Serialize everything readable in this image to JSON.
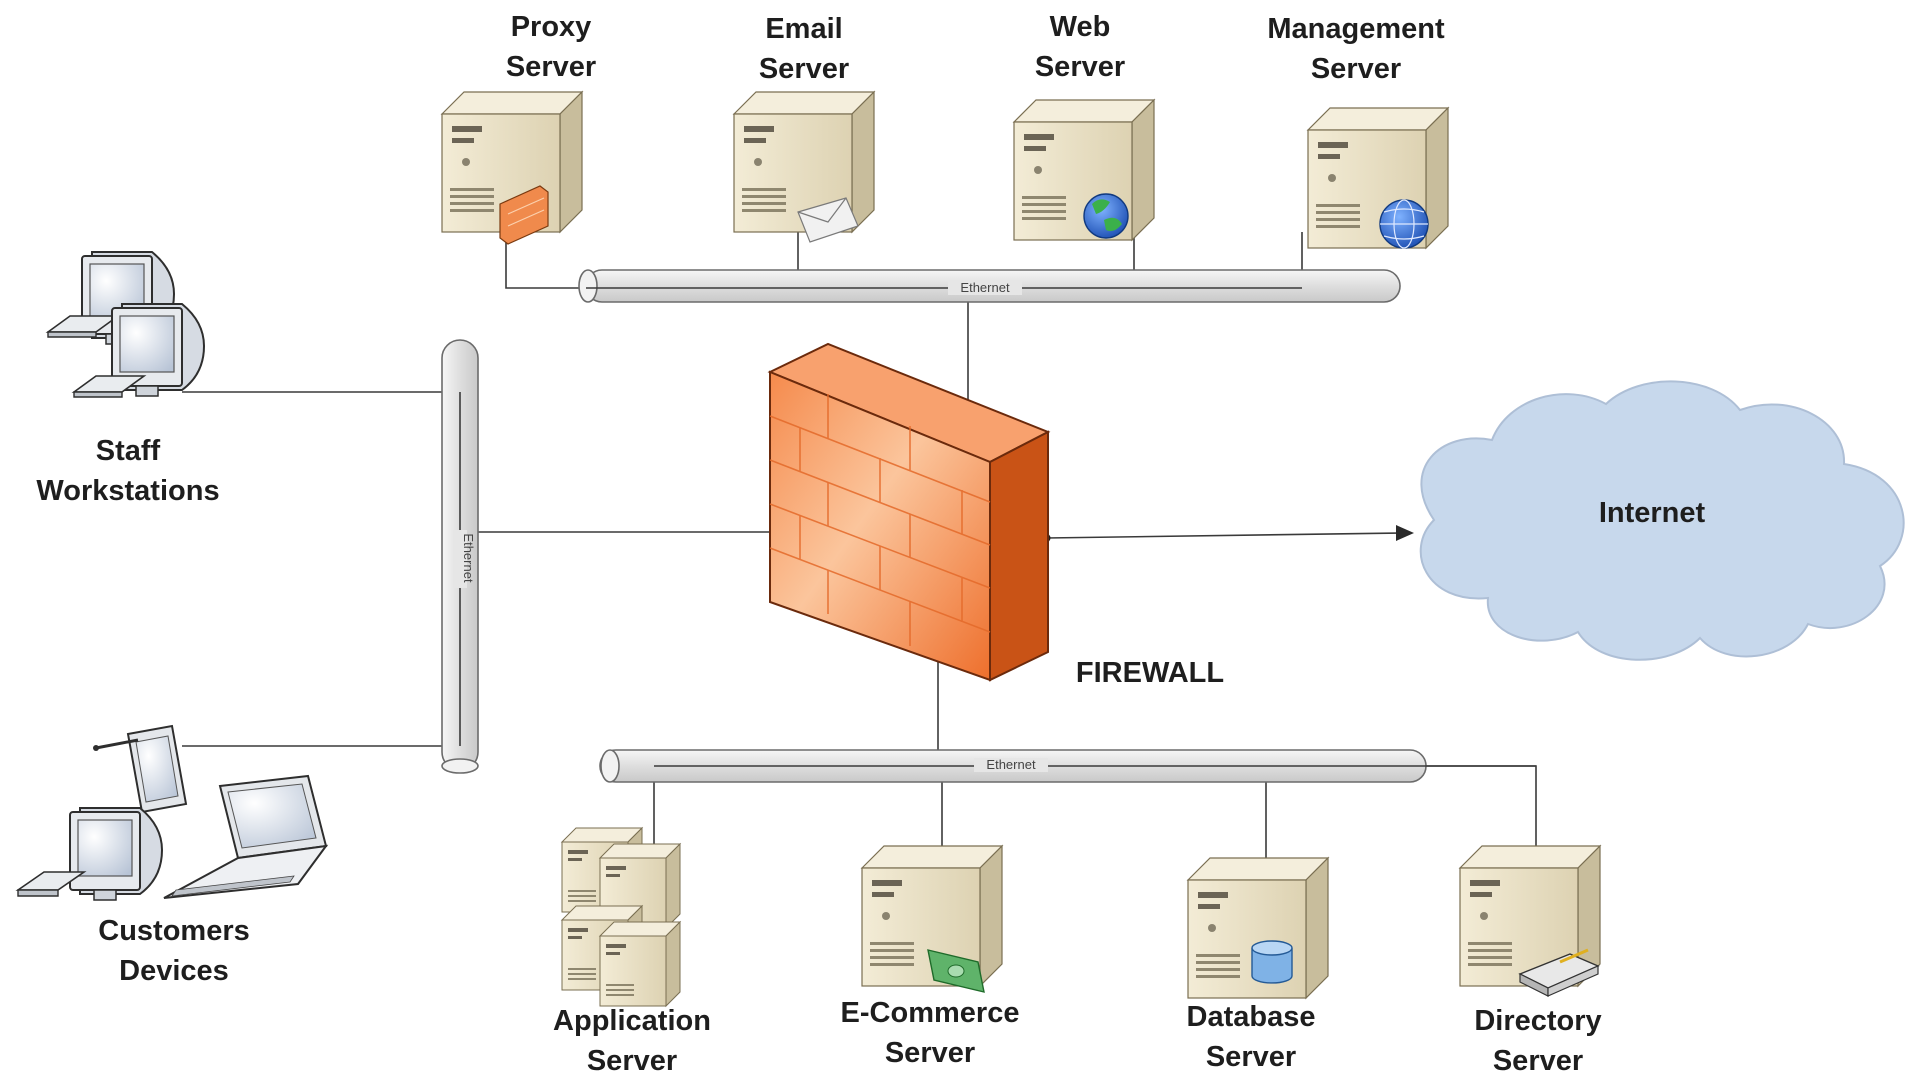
{
  "top_servers": [
    {
      "line1": "Proxy",
      "line2": "Server",
      "icon": "firewall-badge-icon"
    },
    {
      "line1": "Email",
      "line2": "Server",
      "icon": "envelope-icon"
    },
    {
      "line1": "Web",
      "line2": "Server",
      "icon": "globe-icon"
    },
    {
      "line1": "Management",
      "line2": "Server",
      "icon": "globe-grid-icon"
    }
  ],
  "bottom_servers": [
    {
      "line1": "Application",
      "line2": "Server",
      "icon": "server-cluster-icon"
    },
    {
      "line1": "E-Commerce",
      "line2": "Server",
      "icon": "banknote-icon"
    },
    {
      "line1": "Database",
      "line2": "Server",
      "icon": "database-cylinder-icon"
    },
    {
      "line1": "Directory",
      "line2": "Server",
      "icon": "directory-book-icon"
    }
  ],
  "buses": {
    "top": "Ethernet",
    "left": "Ethernet",
    "bottom": "Ethernet"
  },
  "staff": {
    "line1": "Staff",
    "line2": "Workstations"
  },
  "customers": {
    "line1": "Customers",
    "line2": "Devices"
  },
  "firewall_label": "FIREWALL",
  "internet_label": "Internet",
  "colors": {
    "firewall": "#f07a3a",
    "firewall_dark": "#c2521d",
    "cloud": "#c7d8ec",
    "server_body": "#e9e1c9",
    "server_side": "#c9bf9f",
    "bus": "#e4e4e4"
  }
}
